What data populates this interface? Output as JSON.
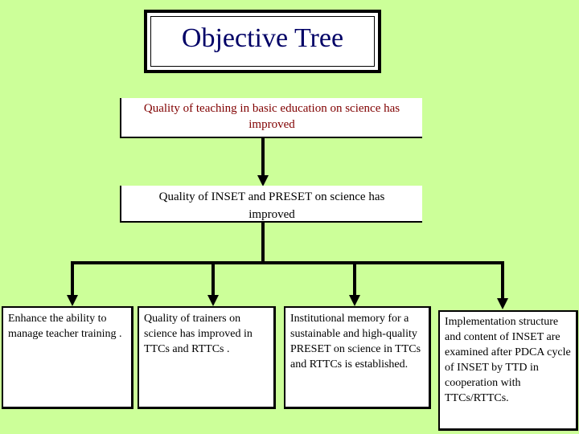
{
  "diagram": {
    "title": "Objective Tree",
    "overall_goal": "Quality of teaching in basic education on science has improved",
    "project_purpose": "Quality of INSET and PRESET on science has improved",
    "outputs": [
      "Enhance the ability to manage teacher training .",
      "Quality of trainers on science has improved in TTCs and RTTCs .",
      "Institutional memory for a sustainable and high-quality PRESET on science in TTCs and RTTCs is established.",
      "Implementation structure and content of INSET are examined after PDCA cycle of INSET by TTD in cooperation with TTCs/RTTCs."
    ]
  },
  "colors": {
    "background": "#ccff99",
    "title_text": "#000066",
    "goal_text": "#800000",
    "box_fill": "#ffffff",
    "lines": "#000000"
  }
}
